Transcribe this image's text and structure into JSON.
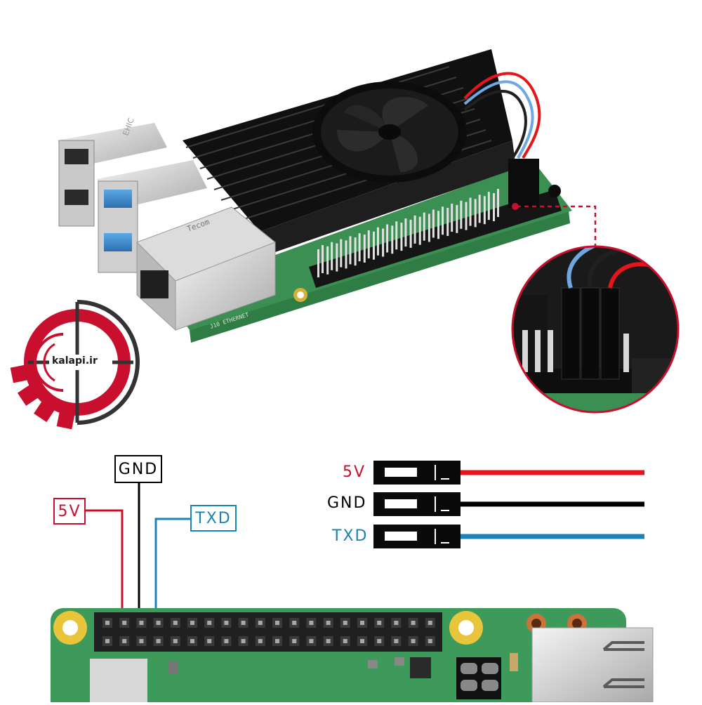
{
  "logo": {
    "text": "kalapi.ir",
    "colors": {
      "gear": "#c8102e",
      "ring": "#333333"
    }
  },
  "board_labels": {
    "silk_usb": "EHIC",
    "silk_eth": "J10 ETHERNET",
    "eth_jack_text": "Tecom"
  },
  "pin_callouts": [
    {
      "id": "5v",
      "label": "5V",
      "color": "#c8102e"
    },
    {
      "id": "gnd",
      "label": "GND",
      "color": "#000000"
    },
    {
      "id": "txd",
      "label": "TXD",
      "color": "#1c84b4"
    }
  ],
  "wire_legend": [
    {
      "id": "5v",
      "label": "5V",
      "color": "#c8102e",
      "wire_color": "#e8141b"
    },
    {
      "id": "gnd",
      "label": "GND",
      "color": "#000000",
      "wire_color": "#000000"
    },
    {
      "id": "txd",
      "label": "TXD",
      "color": "#1c84b4",
      "wire_color": "#1c84b4"
    }
  ],
  "colors": {
    "pcb": "#3e9a5a",
    "pcb_light": "#5bb56f",
    "heatsink": "#141414",
    "header": "#1a1a1a",
    "zoom_ring": "#c8102e"
  }
}
